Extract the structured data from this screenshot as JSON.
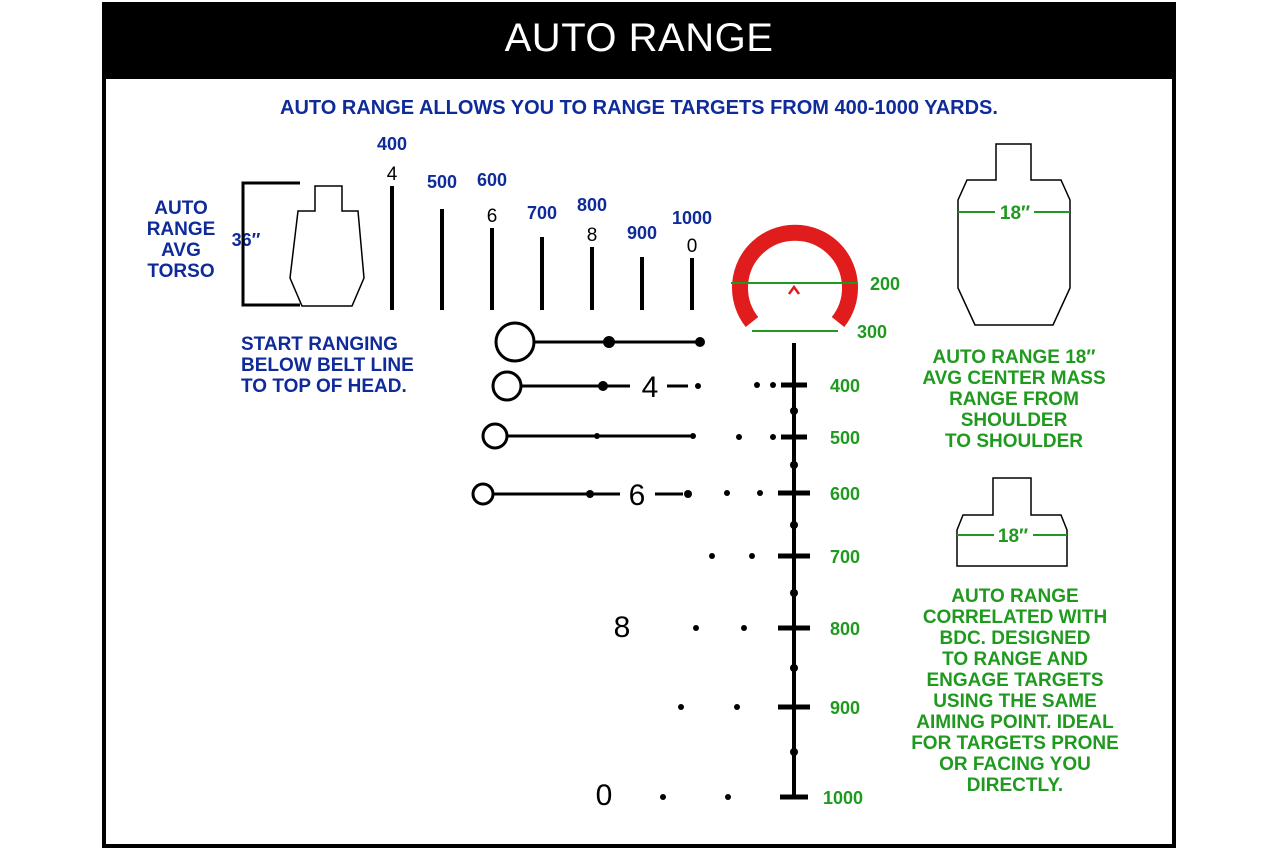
{
  "title": "AUTO RANGE",
  "subtitle": "AUTO RANGE ALLOWS YOU TO RANGE TARGETS FROM 400-1000 YARDS.",
  "torso_label": [
    "AUTO",
    "RANGE",
    "AVG",
    "TORSO"
  ],
  "torso_height": "36″",
  "torso_instructions": [
    "START RANGING",
    "BELOW BELT LINE",
    "TO TOP OF HEAD."
  ],
  "stadia_bars": [
    {
      "yards": "400",
      "mark": "4"
    },
    {
      "yards": "500",
      "mark": ""
    },
    {
      "yards": "600",
      "mark": "6"
    },
    {
      "yards": "700",
      "mark": ""
    },
    {
      "yards": "800",
      "mark": "8"
    },
    {
      "yards": "900",
      "mark": ""
    },
    {
      "yards": "1000",
      "mark": "0"
    }
  ],
  "reticle_labels": [
    "200",
    "300"
  ],
  "bdc_ranges": [
    "400",
    "500",
    "600",
    "700",
    "800",
    "900",
    "1000"
  ],
  "bdc_marks": [
    "4",
    "6",
    "8",
    "0"
  ],
  "shoulder_width": "18″",
  "shoulder_notes": [
    "AUTO RANGE 18″",
    "AVG CENTER MASS",
    "RANGE FROM",
    "SHOULDER",
    "TO SHOULDER"
  ],
  "prone_width": "18″",
  "prone_notes": [
    "AUTO RANGE",
    "CORRELATED WITH",
    "BDC. DESIGNED",
    "TO RANGE AND",
    "ENGAGE TARGETS",
    "USING THE SAME",
    "AIMING POINT. IDEAL",
    "FOR TARGETS PRONE",
    "OR FACING YOU",
    "DIRECTLY."
  ],
  "colors": {
    "blue": "#0f2b9a",
    "green": "#1f9a1f",
    "red": "#e01c1c",
    "black": "#000000"
  }
}
